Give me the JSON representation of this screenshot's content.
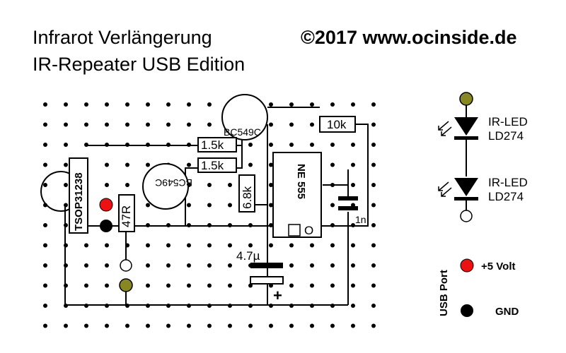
{
  "header": {
    "title_line1": "Infrarot Verlängerung",
    "title_line2": "IR-Repeater USB Edition",
    "copyright": "©2017 www.ocinside.de"
  },
  "components": {
    "tsop": "TSOP31238",
    "r47": "47R",
    "r1": "1.5k",
    "r2": "1.5k",
    "r3": "6.8k",
    "r4": "10k",
    "t1": "BC549C",
    "t2": "BC549C",
    "ic": "NE 555",
    "ic_o": "O",
    "cap_1n": "1n",
    "cap_elko": "4.7µ",
    "plus": "+"
  },
  "legend": {
    "led1_name": "IR-LED",
    "led1_type": "LD274",
    "led2_name": "IR-LED",
    "led2_type": "LD274",
    "usb_port": "USB Port",
    "plus5": "+5 Volt",
    "gnd": "GND"
  },
  "colors": {
    "red": "#ee1111",
    "olive": "#888822",
    "black": "#000000"
  }
}
